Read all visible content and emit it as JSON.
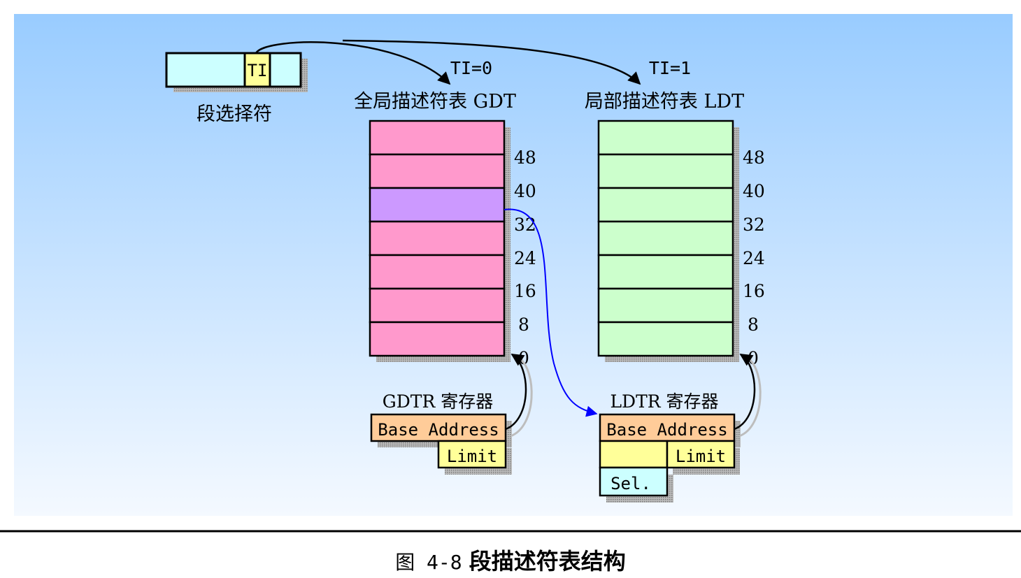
{
  "selector": {
    "ti_label": "TI",
    "name": "段选择符"
  },
  "gdt": {
    "ti_condition": "TI=0",
    "title": "全局描述符表 GDT",
    "offsets": [
      "48",
      "40",
      "32",
      "24",
      "16",
      "8",
      "0"
    ],
    "highlighted_row_offset": "40",
    "register_title": "GDTR 寄存器",
    "base_label": "Base Address",
    "limit_label": "Limit"
  },
  "ldt": {
    "ti_condition": "TI=1",
    "title": "局部描述符表 LDT",
    "offsets": [
      "48",
      "40",
      "32",
      "24",
      "16",
      "8",
      "0"
    ],
    "register_title": "LDTR 寄存器",
    "base_label": "Base Address",
    "limit_label": "Limit",
    "sel_label": "Sel."
  },
  "figure": {
    "number": "图 4-8",
    "title": "段描述符表结构"
  },
  "colors": {
    "background_top": "#99ccff",
    "background_bottom": "#f4f9ff",
    "gdt_row": "#ff99cc",
    "gdt_highlight": "#cc99ff",
    "ldt_row": "#ccffcc",
    "selector_fill": "#ccffff",
    "ti_fill": "#ffff99",
    "base_fill": "#ffcc99",
    "limit_fill": "#ffff99",
    "sel_fill": "#ccffff",
    "link_arrow": "#0000ff"
  }
}
